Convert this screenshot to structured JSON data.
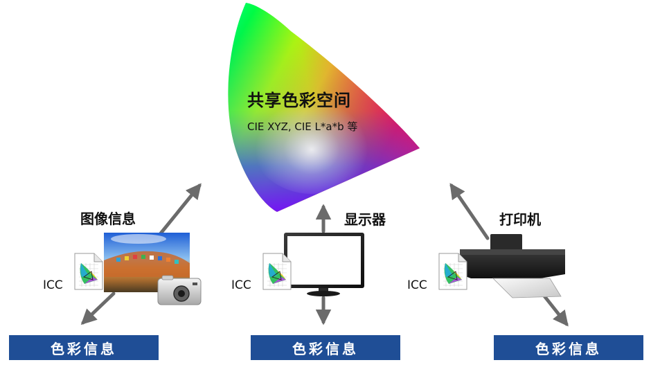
{
  "gamut": {
    "title": "共享色彩空间",
    "subtitle": "CIE XYZ, CIE L*a*b 等"
  },
  "nodes": {
    "image": {
      "label": "图像信息",
      "icc": "ICC"
    },
    "display": {
      "label": "显示器",
      "icc": "ICC"
    },
    "printer": {
      "label": "打印机",
      "icc": "ICC"
    }
  },
  "info_boxes": [
    "色彩信息",
    "色彩信息",
    "色彩信息"
  ],
  "colors": {
    "box_blue": "#1f4e96",
    "arrow_gray": "#6b6b6b"
  }
}
